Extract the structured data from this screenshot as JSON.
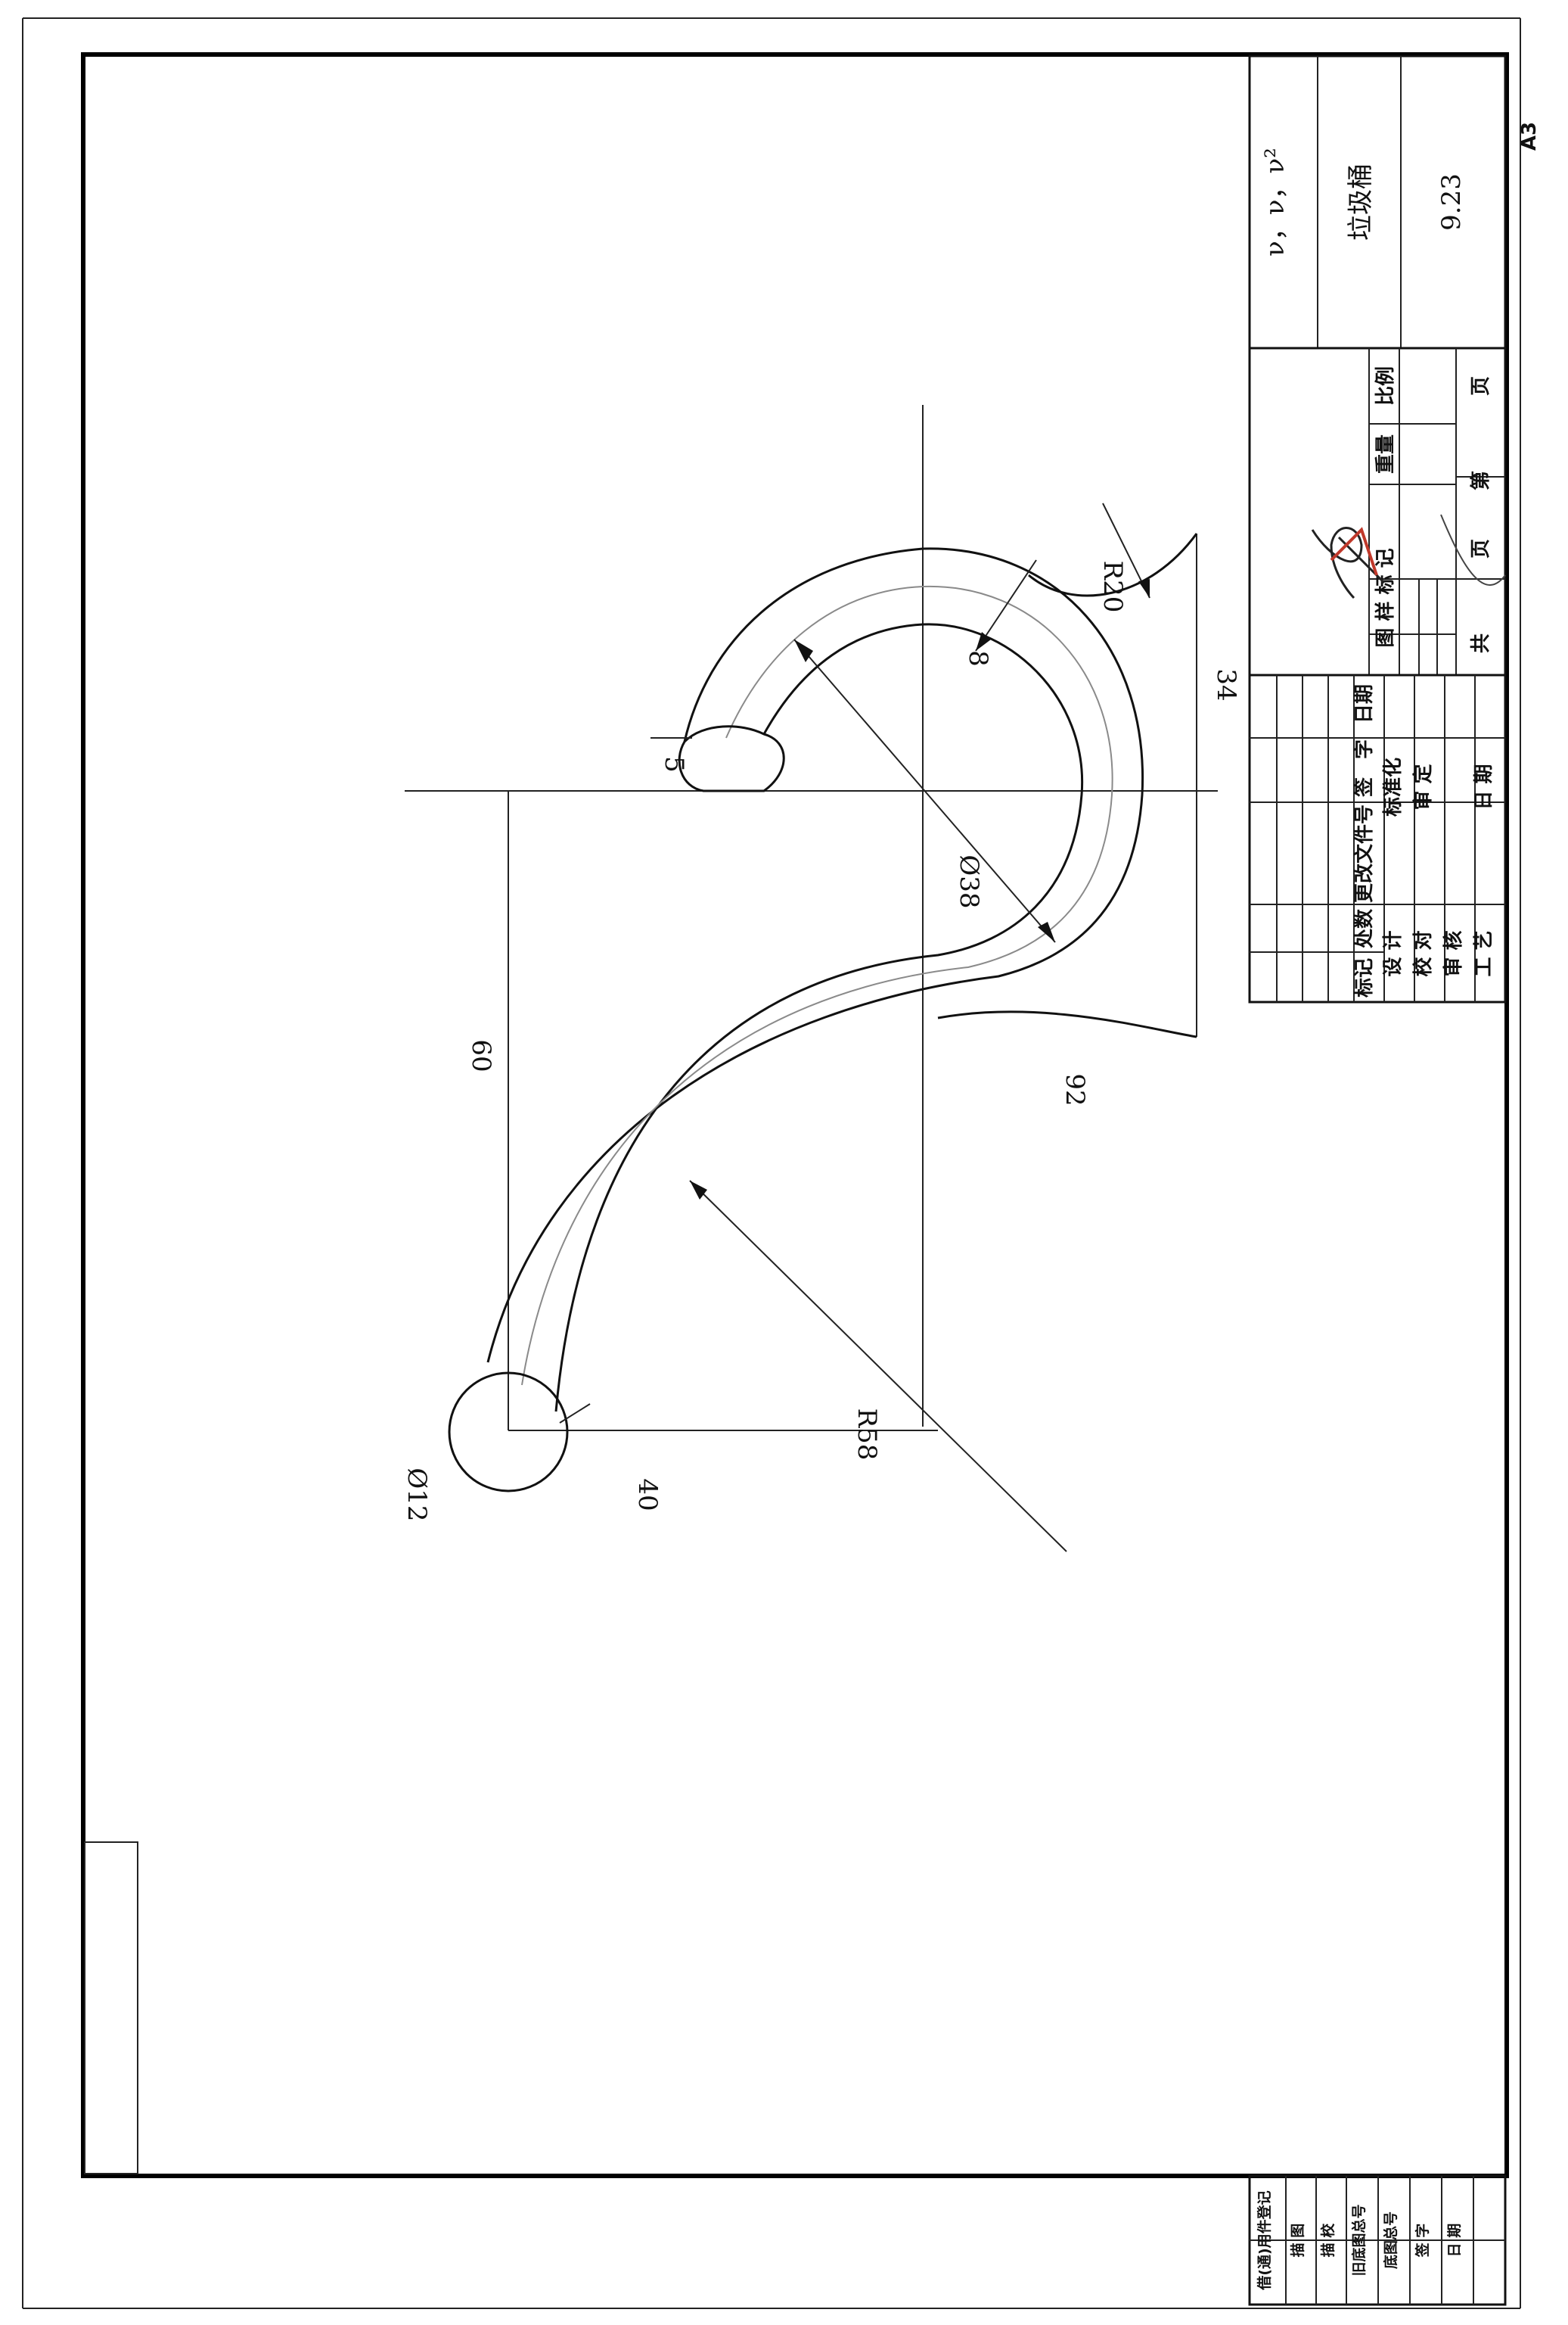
{
  "sheet": {
    "format": "A3"
  },
  "title_block": {
    "name_lines": [
      "ν，ν，ν²",
      "垃圾桶",
      "9.23"
    ],
    "revision_headers": [
      "标记",
      "处数",
      "更改文件号",
      "签",
      "字",
      "日期"
    ],
    "approval_rows": [
      {
        "label": "设 计",
        "right": "标准化"
      },
      {
        "label": "校 对",
        "right": "审 定"
      },
      {
        "label": "审 核",
        "right": ""
      },
      {
        "label": "工 艺",
        "right": "日 期"
      }
    ],
    "sample_mark": "图 样 标 记",
    "weight": "重量",
    "scale": "比例",
    "total_pages": "共",
    "page_word": "页",
    "page_of": "第",
    "page_word_2": "页"
  },
  "registration_block": {
    "rows": [
      "借(通)用件登记",
      "描 图",
      "描 校",
      "旧底图总号",
      "底图总号",
      "签 字",
      "日 期"
    ]
  },
  "dimensions": {
    "r20": "R20",
    "d8": "8",
    "d5": "5",
    "phi38": "Ø38",
    "d34": "34",
    "d60": "60",
    "r92": "92",
    "r58": "R58",
    "d40": "40",
    "phi12": "Ø12"
  }
}
